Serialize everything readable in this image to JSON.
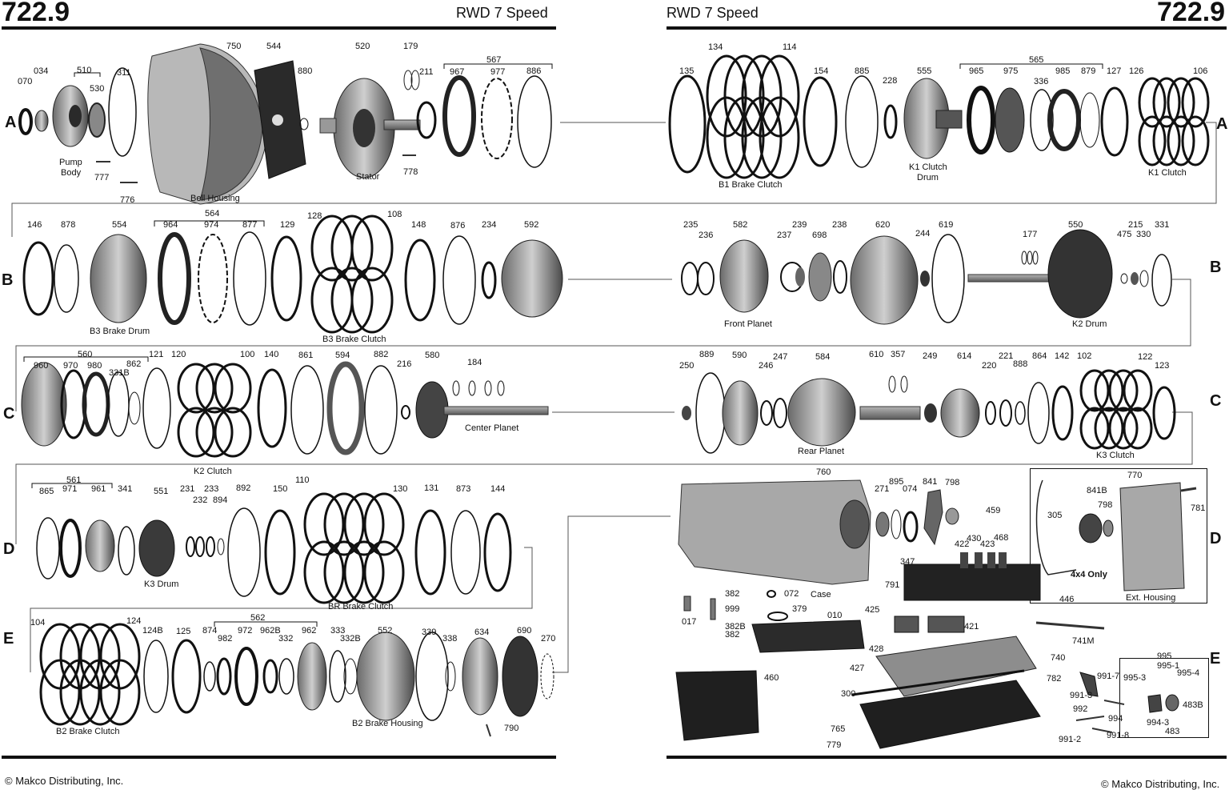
{
  "header": {
    "left_model": "722.9",
    "left_subtitle": "RWD 7 Speed",
    "right_subtitle": "RWD 7 Speed",
    "right_model": "722.9"
  },
  "footer": {
    "left_copyright": "© Makco Distributing, Inc.",
    "right_copyright": "© Makco Distributing, Inc."
  },
  "rows": [
    "A",
    "B",
    "C",
    "D",
    "E"
  ],
  "captions": {
    "pump_body": [
      "Pump",
      "Body"
    ],
    "bell_housing": "Bell Housing",
    "stator": "Stator",
    "b1_brake_clutch": "B1 Brake Clutch",
    "k1_clutch_drum": [
      "K1 Clutch",
      "Drum"
    ],
    "k1_clutch": "K1 Clutch",
    "b3_brake_drum": "B3 Brake Drum",
    "b3_brake_clutch": "B3 Brake Clutch",
    "front_planet": "Front Planet",
    "k2_drum": "K2 Drum",
    "k2_clutch": "K2 Clutch",
    "center_planet": "Center Planet",
    "rear_planet": "Rear Planet",
    "k3_clutch": "K3 Clutch",
    "k3_drum": "K3 Drum",
    "br_brake_clutch": "BR Brake Clutch",
    "case": "Case",
    "four_x_four_only": "4x4 Only",
    "ext_housing": "Ext. Housing",
    "b2_brake_clutch": "B2 Brake Clutch",
    "b2_brake_housing": "B2 Brake Housing"
  },
  "part_labels": [
    "070",
    "034",
    "510",
    "530",
    "311",
    "750",
    "544",
    "880",
    "520",
    "179",
    "211",
    "567",
    "967",
    "977",
    "886",
    "777",
    "776",
    "778",
    "135",
    "134",
    "114",
    "154",
    "885",
    "228",
    "555",
    "565",
    "965",
    "975",
    "336",
    "985",
    "879",
    "127",
    "126",
    "106",
    "146",
    "878",
    "554",
    "564",
    "964",
    "974",
    "877",
    "129",
    "128",
    "108",
    "148",
    "876",
    "234",
    "592",
    "235",
    "236",
    "582",
    "239",
    "237",
    "698",
    "238",
    "620",
    "244",
    "619",
    "177",
    "550",
    "215",
    "475",
    "330",
    "331",
    "560",
    "960",
    "970",
    "980",
    "331B",
    "862",
    "121",
    "120",
    "100",
    "140",
    "861",
    "594",
    "882",
    "216",
    "580",
    "184",
    "250",
    "889",
    "590",
    "247",
    "246",
    "584",
    "610",
    "357",
    "249",
    "614",
    "221",
    "220",
    "888",
    "864",
    "142",
    "102",
    "122",
    "123",
    "561",
    "865",
    "971",
    "961",
    "341",
    "551",
    "231",
    "232",
    "233",
    "894",
    "892",
    "150",
    "110",
    "130",
    "131",
    "873",
    "144",
    "760",
    "271",
    "895",
    "074",
    "841",
    "798",
    "459",
    "770",
    "841B",
    "798",
    "781",
    "305",
    "422",
    "430",
    "423",
    "468",
    "347",
    "791",
    "446",
    "382",
    "999",
    "382B",
    "382",
    "017",
    "072",
    "379",
    "010",
    "425",
    "421",
    "428",
    "427",
    "740",
    "741M",
    "995",
    "995-1",
    "995-3",
    "995-4",
    "991-7",
    "782",
    "991-3",
    "992",
    "994",
    "483B",
    "994-3",
    "483",
    "991-2",
    "991-8",
    "460",
    "300",
    "765",
    "779",
    "104",
    "124",
    "124B",
    "125",
    "874",
    "982",
    "562",
    "972",
    "962B",
    "332",
    "962",
    "333",
    "332B",
    "552",
    "339",
    "338",
    "634",
    "690",
    "270",
    "790"
  ]
}
